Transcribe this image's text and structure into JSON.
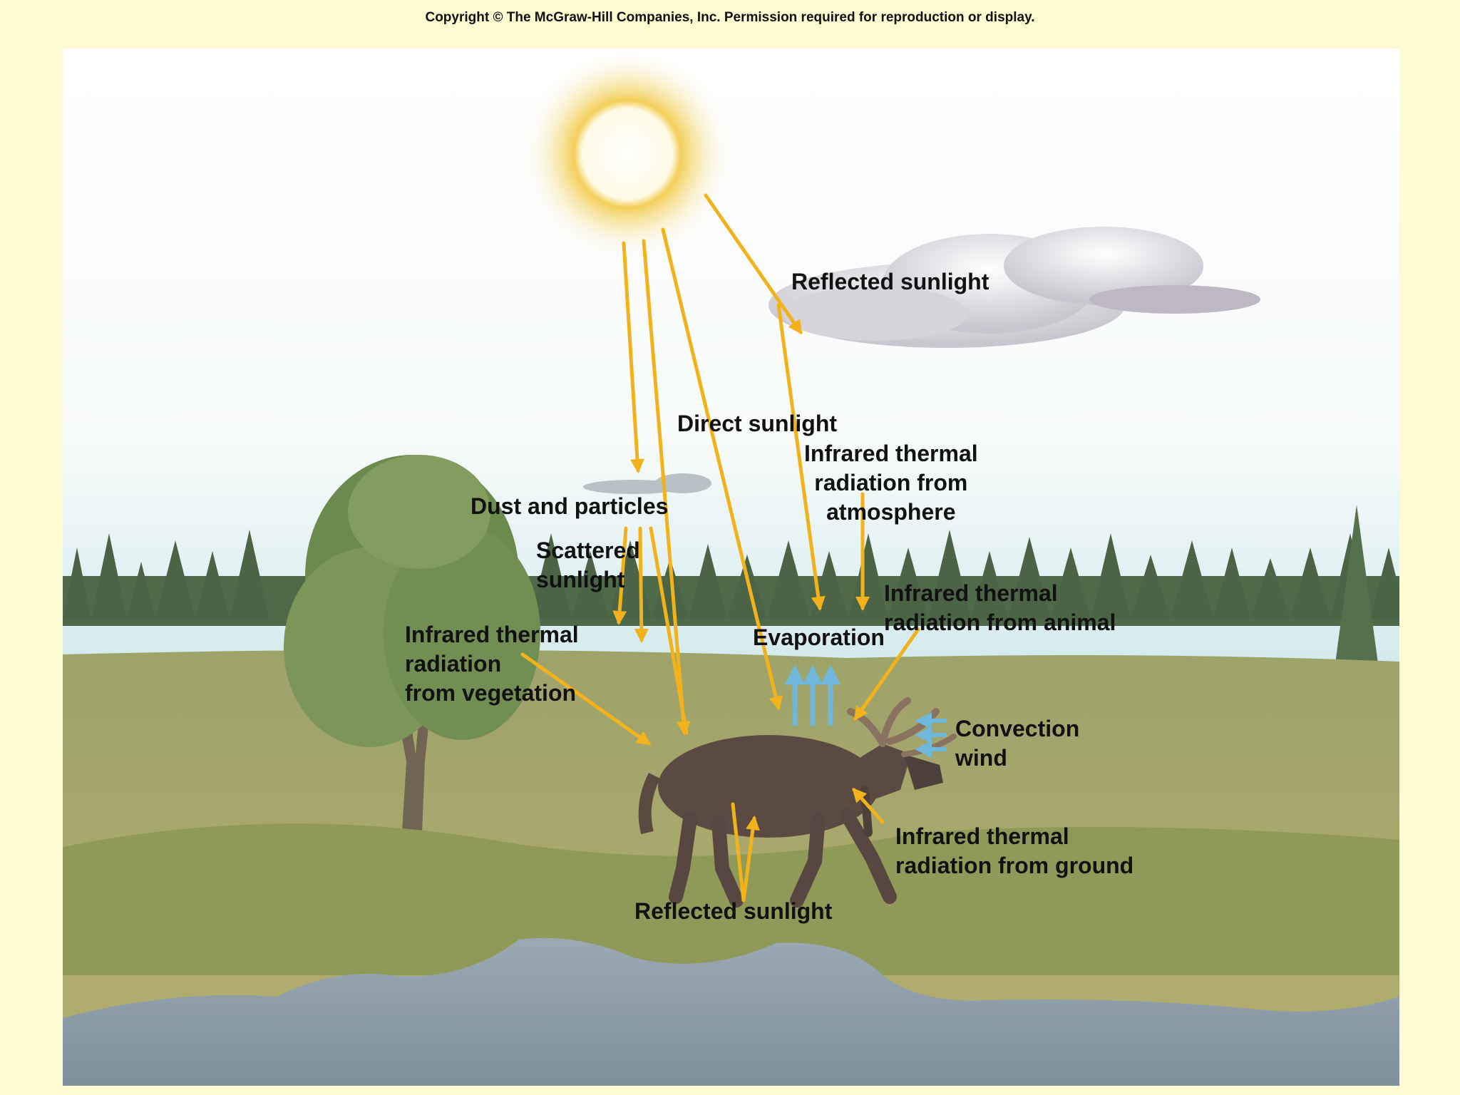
{
  "copyright": "Copyright © The McGraw-Hill Companies, Inc. Permission required for reproduction or display.",
  "labels": {
    "reflected_sky": "Reflected sunlight",
    "direct": "Direct sunlight",
    "ir_atmosphere": "Infrared thermal\nradiation from\natmosphere",
    "dust": "Dust and particles",
    "scattered": "Scattered\nsunlight",
    "ir_animal": "Infrared thermal\nradiation from animal",
    "ir_vegetation": "Infrared thermal\nradiation\nfrom vegetation",
    "evaporation": "Evaporation",
    "convection": "Convection\nwind",
    "ir_ground": "Infrared thermal\nradiation from ground",
    "reflected_ground": "Reflected sunlight"
  },
  "colors": {
    "arrow": "#f2b21c",
    "evaporation_arrow": "#6fb8dc",
    "sky_top": "#ffffff",
    "sky_bottom": "#bfe0e6",
    "grass": "#a8a66a",
    "water": "#8a9aa6",
    "moose": "#5a4a42",
    "sun": "#f5d96a"
  }
}
